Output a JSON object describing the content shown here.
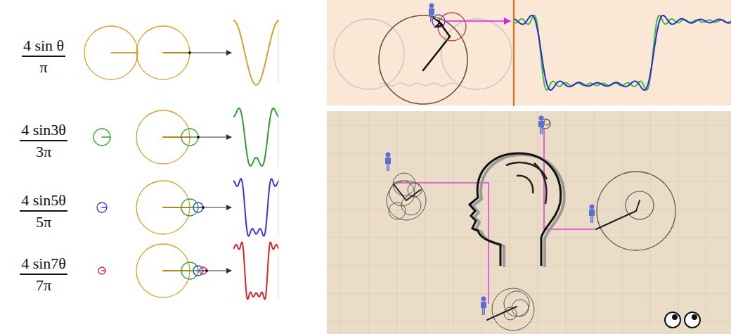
{
  "diagram": {
    "labels": [
      "4 sin θ",
      "π",
      "4 sin3θ",
      "3π",
      "4 sin5θ",
      "5π",
      "4 sin7θ",
      "7π"
    ]
  }
}
